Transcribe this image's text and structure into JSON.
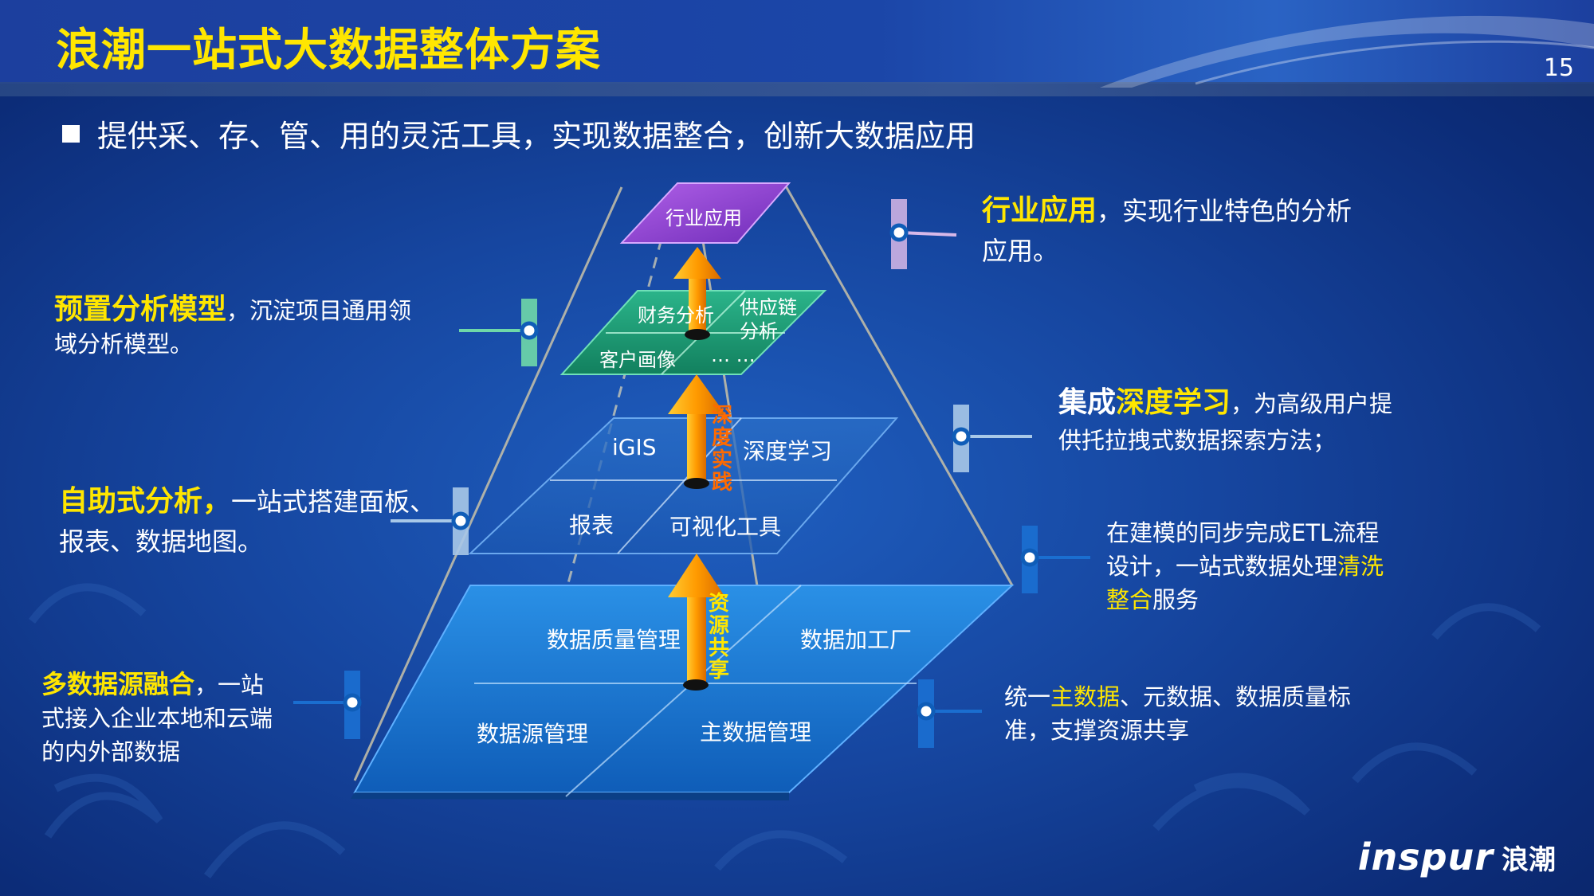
{
  "title": "浪潮一站式大数据整体方案",
  "page_number": "15",
  "bullet": "提供采、存、管、用的灵活工具，实现数据整合，创新大数据应用",
  "pyramid": {
    "top": "行业应用",
    "model_layer": {
      "a": "财务分析",
      "b1": "供应链",
      "b2": "分析",
      "c": "客户画像",
      "d": "… …"
    },
    "analysis_layer": {
      "a": "iGIS",
      "b": "深度学习",
      "c": "报表",
      "d": "可视化工具"
    },
    "base_layer": {
      "a": "数据质量管理",
      "b": "数据加工厂",
      "c": "数据源管理",
      "d": "主数据管理"
    },
    "arrow_labels": {
      "deep_practice": "深度实践",
      "resource_share": "资源共享"
    }
  },
  "left": {
    "model": {
      "highlight": "预置分析模型",
      "text1": "，沉淀项目通用领",
      "text2": "域分析模型。"
    },
    "self": {
      "highlight": "自助式分析，",
      "text1": "一站式搭建面板、",
      "text2": "报表、数据地图。"
    },
    "multi": {
      "highlight": "多数据源融合",
      "text1": "，一站",
      "text2": "式接入企业本地和云端",
      "text3": "的内外部数据"
    }
  },
  "right": {
    "industry": {
      "highlight": "行业应用",
      "text1": "，实现行业特色的分析",
      "text2": "应用。"
    },
    "deep": {
      "prefix": "集成",
      "highlight": "深度学习",
      "text1": "，为高级用户提",
      "text2": "供托拉拽式数据探索方法；"
    },
    "etl": {
      "line1": "在建模的同步完成ETL流程",
      "line2a": "设计，一站式数据处理",
      "line2b": "清洗",
      "line3a": "整合",
      "line3b": "服务"
    },
    "master": {
      "line1a": "统一",
      "line1b": "主数据",
      "line1c": "、元数据、数据质量标",
      "line2": "准，支撑资源共享"
    }
  },
  "logo": {
    "en": "inspur",
    "cn": "浪潮"
  },
  "colors": {
    "title": "#ffe600",
    "highlight": "#ffe600",
    "arrow": "#ff9a00",
    "top_layer": "#8a3fc8",
    "model_layer": "#1f9a6e",
    "base_layer": "#1a7fd0"
  }
}
